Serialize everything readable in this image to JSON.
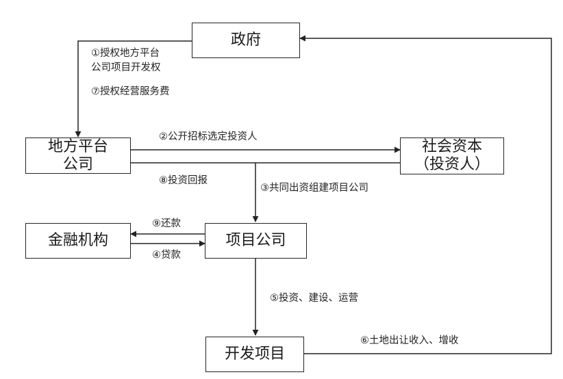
{
  "boxes": {
    "government": [
      "政府"
    ],
    "platform": [
      "地方平台",
      "公司"
    ],
    "social_capital": [
      "社会资本",
      "（投资人）"
    ],
    "financial": [
      "金融机构"
    ],
    "project_company": [
      "项目公司"
    ],
    "dev_project": [
      "开发项目"
    ]
  },
  "labels": {
    "step1": [
      "①授权地方平台",
      "公司项目开发权"
    ],
    "step7": "⑦授权经营服务费",
    "step2": "②公开招标选定投资人",
    "step8": "⑧投资回报",
    "step3": "③共同出资组建项目公司",
    "step9": "⑨还款",
    "step4": "④贷款",
    "step5": "⑤投资、建设、运营",
    "step6": "⑥土地出让收入、增收"
  },
  "colors": {
    "line": "#222222",
    "text": "#1a1a1a"
  }
}
